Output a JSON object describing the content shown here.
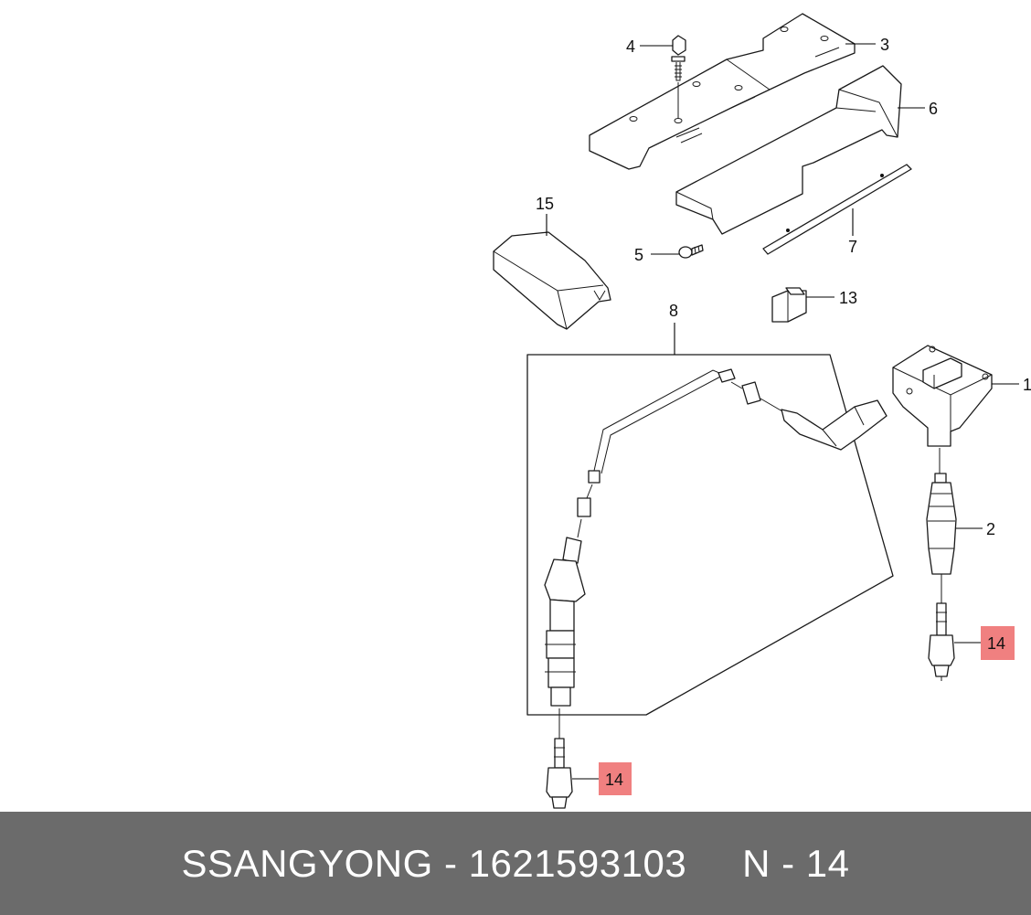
{
  "diagram": {
    "callouts": {
      "c1": "1",
      "c2": "2",
      "c3": "3",
      "c4": "4",
      "c5": "5",
      "c6": "6",
      "c7": "7",
      "c8": "8",
      "c13": "13",
      "c14a": "14",
      "c14b": "14",
      "c15": "15"
    },
    "highlight_color": "#f08080"
  },
  "footer": {
    "brand": "SSANGYONG",
    "separator": "-",
    "part_number": "1621593103",
    "position_code": "N - 14",
    "background_color": "#6b6b6b"
  }
}
